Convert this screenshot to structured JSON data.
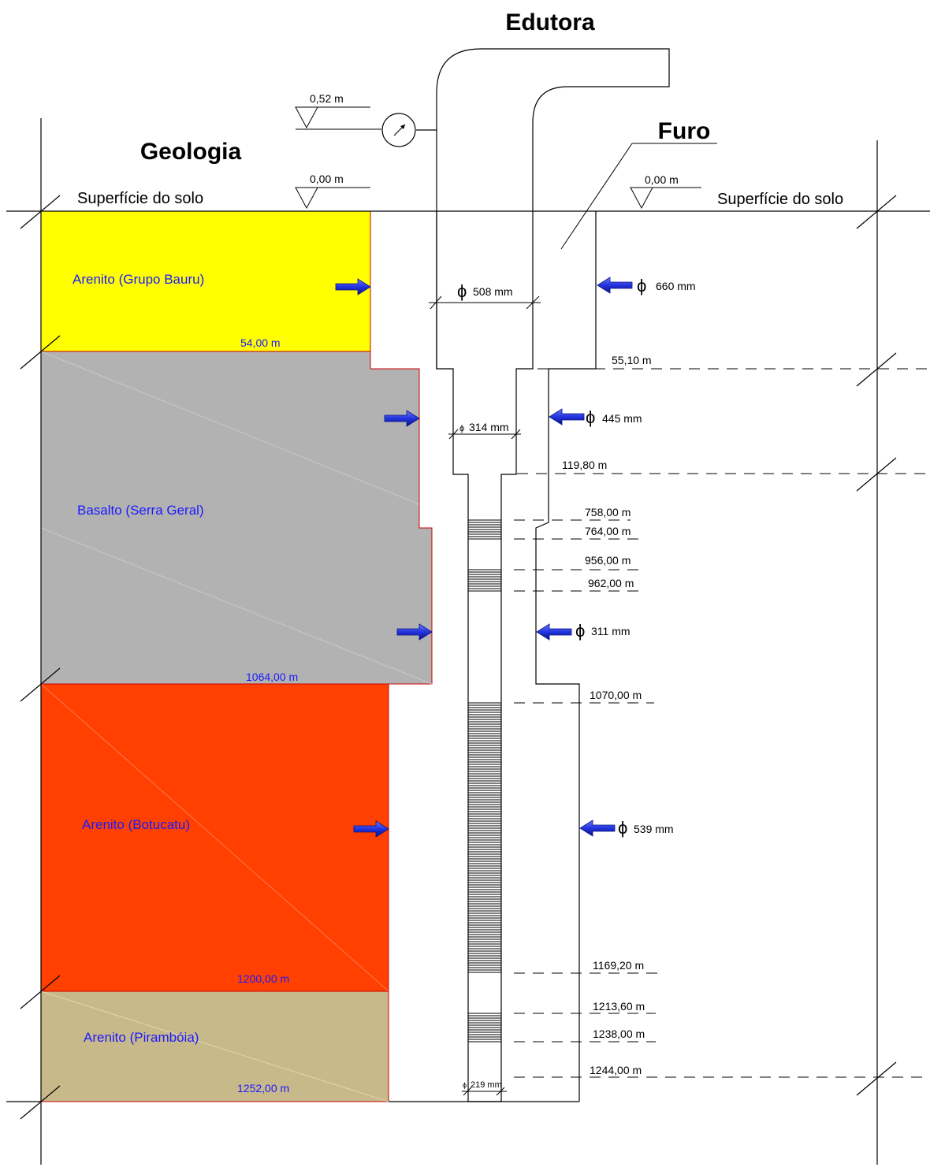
{
  "titles": {
    "edutora": "Edutora",
    "geologia": "Geologia",
    "furo": "Furo"
  },
  "surface": {
    "left_label": "Superfície do solo",
    "right_label": "Superfície do solo",
    "left_level": "0,00 m",
    "right_level": "0,00 m",
    "gauge_level": "0,52 m"
  },
  "layers": [
    {
      "name": "Arenito (Grupo Bauru)",
      "bottom_depth": "54,00 m",
      "color": "#ffff00"
    },
    {
      "name": "Basalto (Serra Geral)",
      "bottom_depth": "1064,00 m",
      "color": "#b2b2b2"
    },
    {
      "name": "Arenito (Botucatu)",
      "bottom_depth": "1200,00 m",
      "color": "#ff4000"
    },
    {
      "name": "Arenito (Pirambóia)",
      "bottom_depth": "1252,00 m",
      "color": "#c8b98a"
    }
  ],
  "casing": {
    "d1": "508 mm",
    "d2": "314 mm",
    "d3": "219 mm"
  },
  "borehole": {
    "d1": "660 mm",
    "d2": "445 mm",
    "d3": "311 mm",
    "d4": "539 mm"
  },
  "depth_marks": [
    "55,10 m",
    "119,80 m",
    "758,00 m",
    "764,00 m",
    "956,00 m",
    "962,00 m",
    "1070,00 m",
    "1169,20 m",
    "1213,60 m",
    "1238,00 m",
    "1244,00 m"
  ],
  "colors": {
    "arrow": "#2233dd",
    "layer_border": "#cc0000",
    "label_blue": "#1a1aff"
  },
  "icons": [
    "pressure-gauge-icon",
    "level-triangle-icon",
    "arrow-right-icon",
    "arrow-left-icon",
    "diameter-symbol-icon"
  ]
}
